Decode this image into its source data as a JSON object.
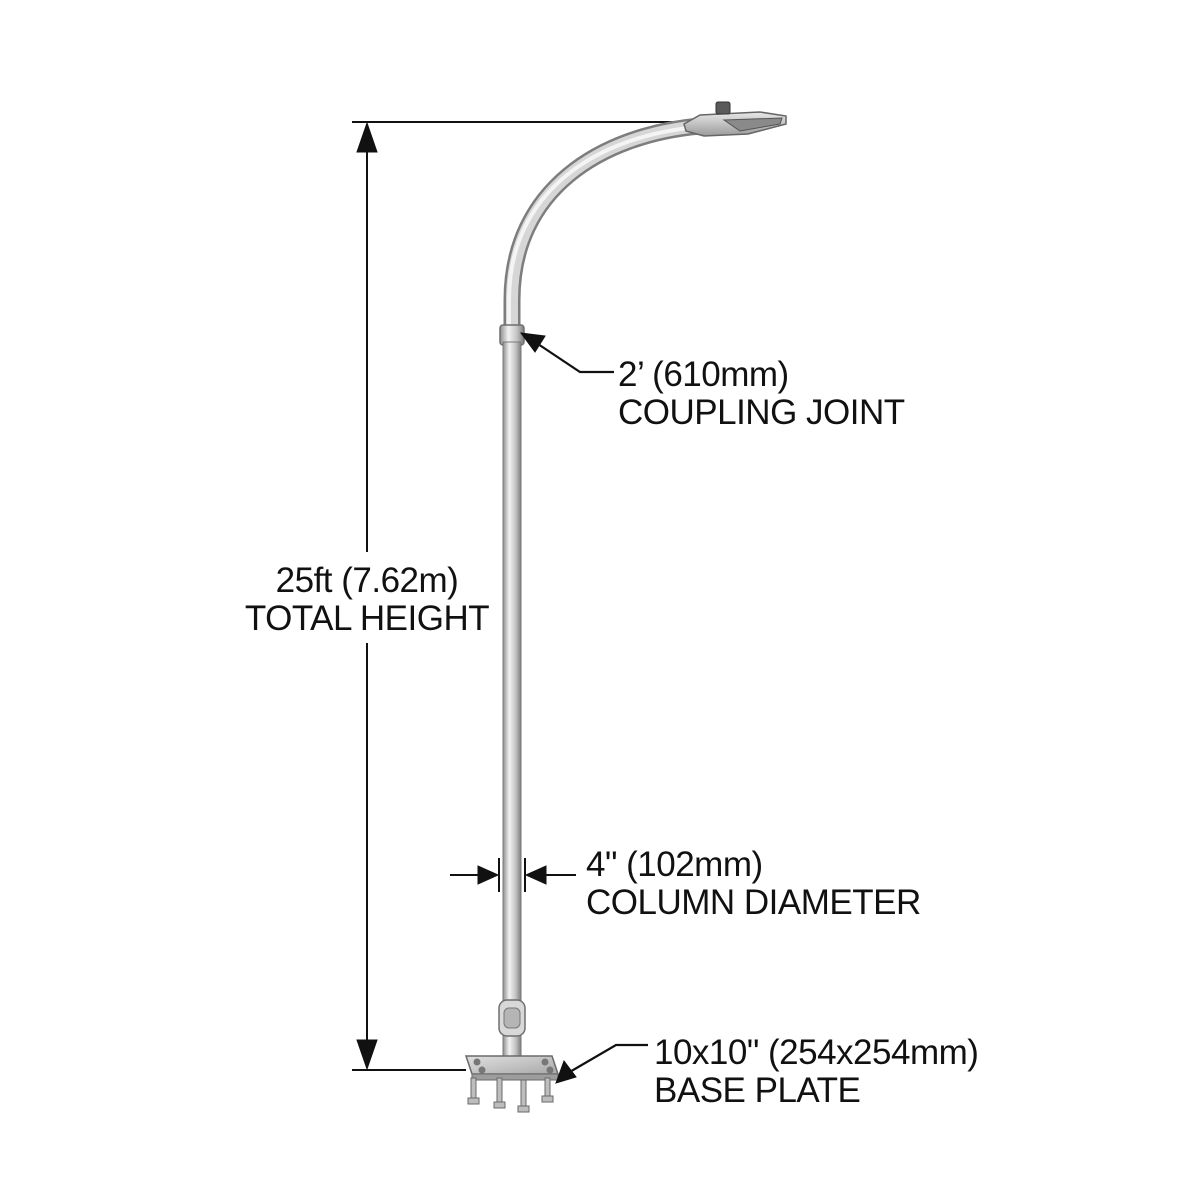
{
  "colors": {
    "line": "#111111",
    "pole_light": "#e6e6e6",
    "pole_mid": "#bdbdbd",
    "pole_dark": "#8c8c8c",
    "background": "#ffffff"
  },
  "callouts": {
    "total_height": {
      "value": "25ft (7.62m)",
      "name": "TOTAL HEIGHT"
    },
    "coupling": {
      "value": "2’ (610mm)",
      "name": "COUPLING JOINT"
    },
    "diameter": {
      "value": "4\" (102mm)",
      "name": "COLUMN DIAMETER"
    },
    "base": {
      "value": "10x10\" (254x254mm)",
      "name": "BASE PLATE"
    }
  }
}
